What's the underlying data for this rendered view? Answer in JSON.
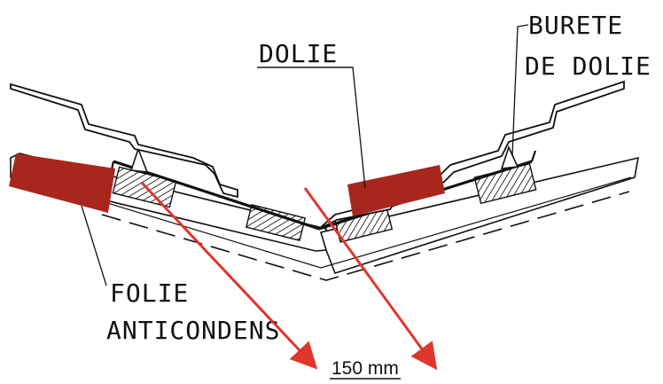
{
  "labels": {
    "dolie": "DOLIE",
    "burete_line1": "BURETE",
    "burete_line2": "DE DOLIE",
    "folie_line1": "FOLIE",
    "folie_line2": "ANTICONDENS",
    "measurement": "150 mm"
  },
  "colors": {
    "membrane": "#a8261c",
    "arrow": "#e0362c",
    "line": "#111111",
    "hatch": "#333333"
  }
}
